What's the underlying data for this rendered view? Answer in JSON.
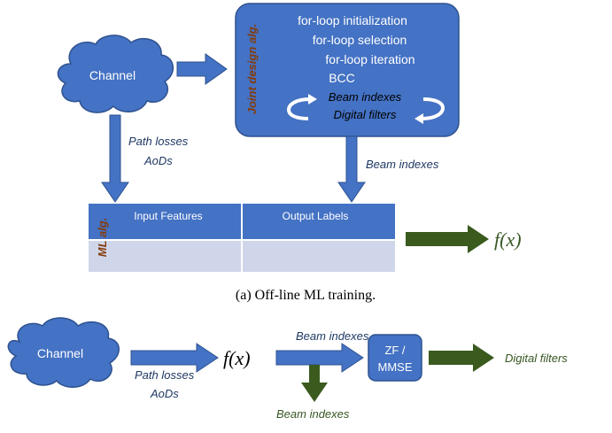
{
  "colors": {
    "blue_fill": "#4472C4",
    "blue_stroke": "#2F528F",
    "green": "#3A5A1E",
    "label_blue": "#1F3864",
    "label_green": "#375623",
    "alg_label": "#843C0C",
    "table_header": "#4472C4",
    "table_body": "#D0D6EA"
  },
  "top": {
    "channel_label": "Channel",
    "joint_design": {
      "side_label": "Joint design alg.",
      "lines": [
        "for-loop initialization",
        "for-loop selection",
        "for-loop iteration",
        "BCC"
      ],
      "loop_items": [
        "Beam indexes",
        "Digital filters"
      ]
    },
    "path_losses_label": "Path losses",
    "aods_label": "AoDs",
    "beam_indexes_label": "Beam indexes",
    "ml_table": {
      "side_label": "ML alg.",
      "col1": "Input Features",
      "col2": "Output Labels"
    },
    "fx_label": "f(x)",
    "caption": "(a) Off-line ML training."
  },
  "bottom": {
    "channel_label": "Channel",
    "path_losses_label": "Path losses",
    "aods_label": "AoDs",
    "fx_label": "f(x)",
    "beam_indexes_top": "Beam indexes",
    "beam_indexes_bottom": "Beam indexes",
    "zf_line1": "ZF /",
    "zf_line2": "MMSE",
    "digital_filters_label": "Digital filters"
  }
}
